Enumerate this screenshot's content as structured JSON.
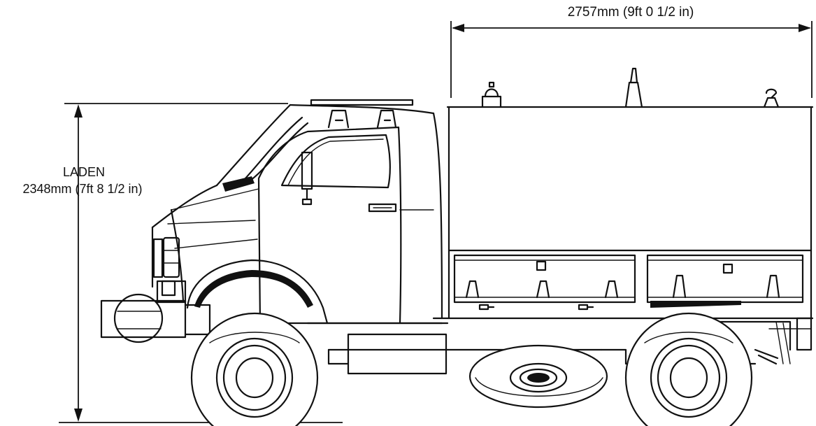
{
  "dimensions": {
    "body_length": "2757mm (9ft 0 1/2 in)",
    "laden_height_label": "LADEN",
    "laden_height_value": "2348mm (7ft 8 1/2 in)"
  }
}
